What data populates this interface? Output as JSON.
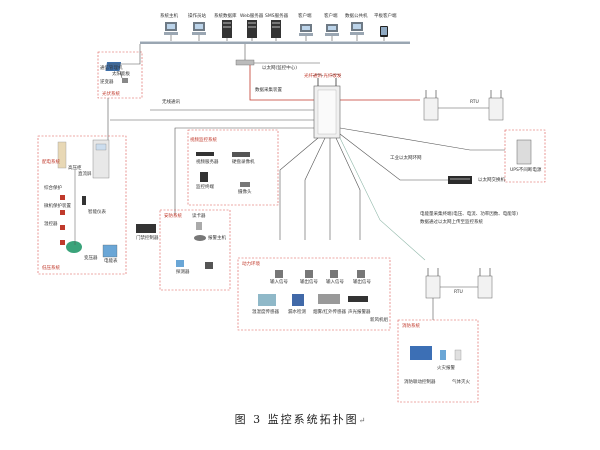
{
  "caption": {
    "text": "图 3 监控系统拓扑图",
    "mark": "↵"
  },
  "top_devices": [
    {
      "label": "系统主机"
    },
    {
      "label": "操作员站"
    },
    {
      "label": "系统数据库"
    },
    {
      "label": "Web服务器"
    },
    {
      "label": "SMS服务器"
    },
    {
      "label": "客户端"
    },
    {
      "label": "客户端"
    },
    {
      "label": "数据公共机"
    },
    {
      "label": "平板客户端"
    }
  ],
  "labels": {
    "ethernet_main": "以太网(监控中心)",
    "comm_mgr_left": "通信管理机",
    "wireless": "无线通讯",
    "fiber_red": "光纤通讯 光纤收发",
    "ring_net": "工业以太网环网",
    "gateway_note": "数据采集装置",
    "mid_box_title": "视频监控系统",
    "mid_box_item1": "视频服务器",
    "mid_box_item2": "硬盘录像机",
    "mid_box_item3": "摄像头",
    "pc_mid": "监控终端",
    "switch_right": "以太网交换机",
    "ups": "UPS不间断电源",
    "right_note": "电能量采集终端(电压、电流、功率因数、电能等)",
    "right_note2": "数据通过以太网上传至监控系统",
    "rtu_label": "RTU",
    "rtu_label2": "RTU",
    "left_panel_title": "配电系统",
    "left_item1": "高压柜",
    "left_item2": "直流屏",
    "left_item3": "综合保护",
    "left_item4": "微机保护装置",
    "left_item5": "变压器",
    "left_item6": "温控器",
    "left_item7": "智能仪表",
    "left_item8": "电能表",
    "left_footer": "低压系统",
    "mid_left_title": "安防系统",
    "mid_left_item1": "门禁控制器",
    "mid_left_item2": "读卡器",
    "mid_left_item3": "报警主机",
    "mid_left_item4": "探测器",
    "center_box_title": "动力环境",
    "center_col1": "输入信号",
    "center_col2": "输出信号",
    "center_col3": "输入信号",
    "center_col4": "输出信号",
    "center_item1": "温湿度传感器",
    "center_item2": "漏水检测",
    "center_item3": "烟雾/红外传感器",
    "center_item4": "声光报警器",
    "center_item5": "新风机组",
    "bottom_right_title": "消防系统",
    "bottom_right_item1": "消防联动控制器",
    "bottom_right_item2": "火灾报警",
    "bottom_right_item3": "气体灭火",
    "top_left_box": "光伏系统",
    "top_left_item": "太阳能板",
    "top_left_item2": "逆变器"
  },
  "colors": {
    "line": "#555555",
    "red_line": "#c0392b",
    "dash": "#d9534f",
    "device": "#e0e0e0",
    "device_dark": "#444444"
  }
}
